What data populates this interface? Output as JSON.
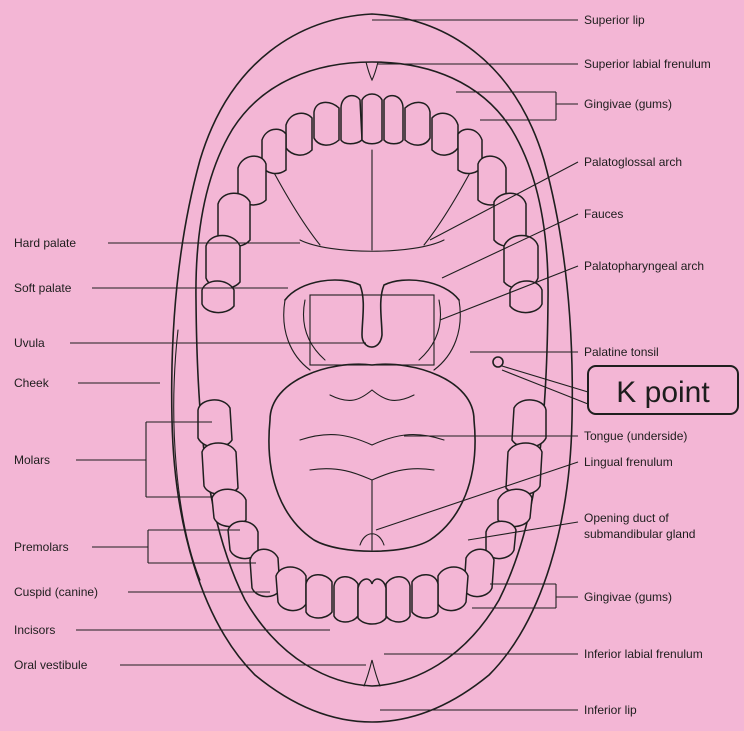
{
  "colors": {
    "background": "#f3b6d5",
    "ink": "#1f1f1f"
  },
  "labels_right": {
    "superior_lip": "Superior lip",
    "superior_labial_frenulum": "Superior labial frenulum",
    "gingivae_upper": "Gingivae (gums)",
    "palatoglossal_arch": "Palatoglossal arch",
    "fauces": "Fauces",
    "palatopharyngeal_arch": "Palatopharyngeal arch",
    "palatine_tonsil": "Palatine tonsil",
    "tongue_underside": "Tongue (underside)",
    "lingual_frenulum": "Lingual frenulum",
    "opening_duct_line1": "Opening duct of",
    "opening_duct_line2": "submandibular gland",
    "gingivae_lower": "Gingivae (gums)",
    "inferior_labial_frenulum": "Inferior labial frenulum",
    "inferior_lip": "Inferior lip"
  },
  "labels_left": {
    "hard_palate": "Hard palate",
    "soft_palate": "Soft palate",
    "uvula": "Uvula",
    "cheek": "Cheek",
    "molars": "Molars",
    "premolars": "Premolars",
    "cuspid": "Cuspid (canine)",
    "incisors": "Incisors",
    "oral_vestibule": "Oral vestibule"
  },
  "callout": {
    "k_point": "K point"
  }
}
